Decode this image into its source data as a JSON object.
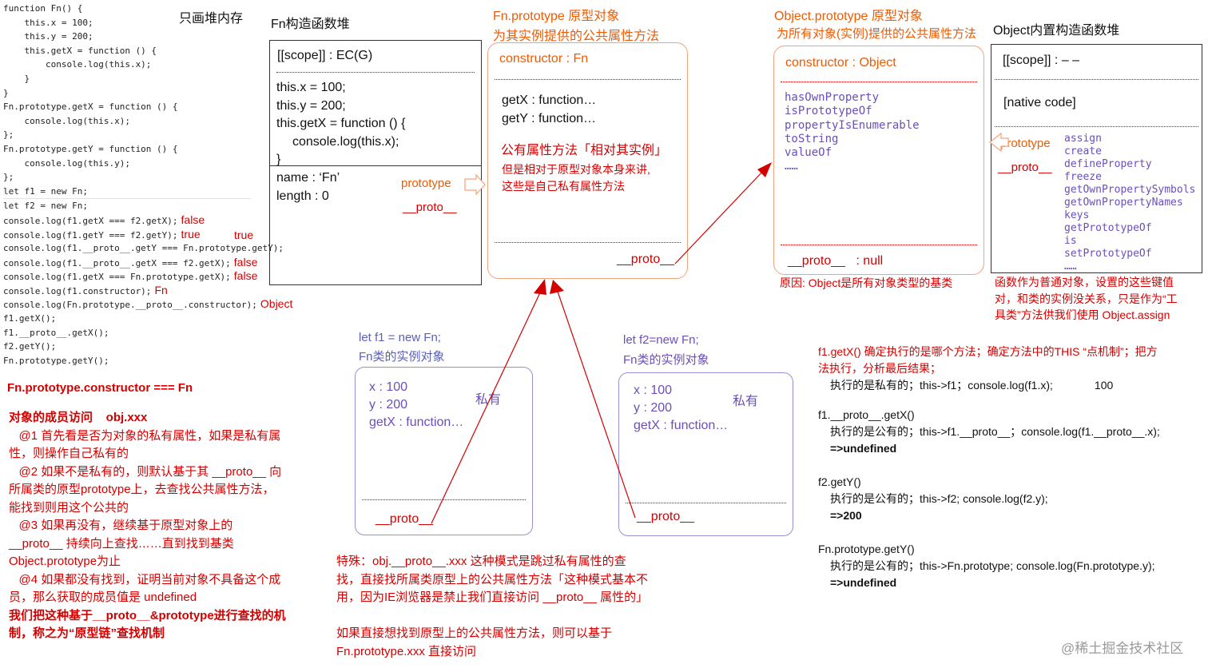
{
  "code": {
    "lines": [
      {
        "text": "function Fn() {",
        "result": ""
      },
      {
        "text": "    this.x = 100;",
        "result": ""
      },
      {
        "text": "    this.y = 200;",
        "result": ""
      },
      {
        "text": "    this.getX = function () {",
        "result": ""
      },
      {
        "text": "        console.log(this.x);",
        "result": ""
      },
      {
        "text": "    }",
        "result": ""
      },
      {
        "text": "}",
        "result": ""
      },
      {
        "text": "Fn.prototype.getX = function () {",
        "result": ""
      },
      {
        "text": "    console.log(this.x);",
        "result": ""
      },
      {
        "text": "};",
        "result": ""
      },
      {
        "text": "Fn.prototype.getY = function () {",
        "result": ""
      },
      {
        "text": "    console.log(this.y);",
        "result": ""
      },
      {
        "text": "};",
        "result": ""
      },
      {
        "text": "let f1 = new Fn;",
        "result": ""
      },
      {
        "text": "let f2 = new Fn;",
        "result": ""
      },
      {
        "text": "console.log(f1.getX === f2.getX);",
        "result": "false"
      },
      {
        "text": "console.log(f1.getY === f2.getY);",
        "result": "true"
      },
      {
        "text": "console.log(f1.__proto__.getY === Fn.prototype.getY);",
        "result": ""
      },
      {
        "text": "console.log(f1.__proto__.getX === f2.getX);",
        "result": "false"
      },
      {
        "text": "console.log(f1.getX === Fn.prototype.getX);",
        "result": "false"
      },
      {
        "text": "console.log(f1.constructor);",
        "result": "Fn"
      },
      {
        "text": "console.log(Fn.prototype.__proto__.constructor);",
        "result": "Object"
      },
      {
        "text": "f1.getX();",
        "result": ""
      },
      {
        "text": "f1.__proto__.getX();",
        "result": ""
      },
      {
        "text": "f2.getY();",
        "result": ""
      },
      {
        "text": "Fn.prototype.getY();",
        "result": ""
      }
    ],
    "floating_true": "true"
  },
  "heap_note": "只画堆内存",
  "fn_heap": {
    "title": "Fn构造函数堆",
    "scope": "[[scope]] : EC(G)",
    "body": [
      "this.x = 100;",
      "this.y = 200;",
      "this.getX = function () {",
      "    console.log(this.x);",
      "}"
    ],
    "name": "name : ‘Fn’",
    "length": "length : 0",
    "prototype_label": "prototype",
    "proto_label": "__proto__"
  },
  "fn_prototype": {
    "title1": "Fn.prototype 原型对象",
    "title2": "为其实例提供的公共属性方法",
    "constructor": "constructor : Fn",
    "getx": "getX : function…",
    "gety": "getY : function…",
    "note1": "公有属性方法「相对其实例」",
    "note2": "但是相对于原型对象本身来讲,",
    "note3": "这些是自己私有属性方法",
    "proto": "__proto__"
  },
  "object_prototype": {
    "title1": "Object.prototype 原型对象",
    "title2": "为所有对象(实例)提供的公共属性方法",
    "constructor": "constructor :  Object",
    "methods": [
      "hasOwnProperty",
      "isPrototypeOf",
      "propertyIsEnumerable",
      "toString",
      "valueOf",
      "……"
    ],
    "proto": "__proto__   : null",
    "reason": "原因: Object是所有对象类型的基类"
  },
  "object_heap": {
    "title": "Object内置构造函数堆",
    "scope": "[[scope]] : – –",
    "native": "[native code]",
    "prototype_label": "prototype",
    "proto_label": "__proto__",
    "methods": [
      "assign",
      "create",
      "defineProperty",
      "freeze",
      "getOwnPropertySymbols",
      "getOwnPropertyNames",
      "keys",
      "getPrototypeOf",
      "is",
      "setPrototypeOf",
      "……"
    ],
    "note": [
      "函数作为普通对象，设置的这些键值",
      "对，和类的实例没关系，只是作为“工",
      "具类”方法供我们使用 Object.assign"
    ]
  },
  "f1": {
    "title1": "let f1 = new Fn;",
    "title2": "Fn类的实例对象",
    "x": "x : 100",
    "y": "y : 200",
    "getx": "getX : function…",
    "private": "私有",
    "proto": "__proto__"
  },
  "f2": {
    "title1": "let f2=new Fn;",
    "title2": "Fn类的实例对象",
    "x": "x : 100",
    "y": "y : 200",
    "getx": "getX : function…",
    "private": "私有",
    "proto": "__proto__"
  },
  "constructor_eq": "Fn.prototype.constructor === Fn",
  "member_access": [
    {
      "text": "对象的成员访问    obj.xxx",
      "bold": true
    },
    {
      "text": "   @1 首先看是否为对象的私有属性，如果是私有属",
      "bold": false
    },
    {
      "text": "性，则操作自己私有的",
      "bold": false
    },
    {
      "text": "   @2 如果不是私有的，则默认基于其 __proto__ 向",
      "bold": false
    },
    {
      "text": "所属类的原型prototype上，去查找公共属性方法，",
      "bold": false
    },
    {
      "text": "能找到则用这个公共的",
      "bold": false
    },
    {
      "text": "   @3 如果再没有，继续基于原型对象上的",
      "bold": false
    },
    {
      "text": "__proto__ 持续向上查找……直到找到基类",
      "bold": false
    },
    {
      "text": "Object.prototype为止",
      "bold": false
    },
    {
      "text": "   @4 如果都没有找到，证明当前对象不具备这个成",
      "bold": false
    },
    {
      "text": "员，那么获取的成员值是 undefined",
      "bold": false
    },
    {
      "text": "我们把这种基于__proto__&prototype进行查找的机",
      "bold": true
    },
    {
      "text": "制，称之为“原型链”查找机制",
      "bold": true
    }
  ],
  "special": [
    "特殊：obj.__proto__.xxx 这种模式是跳过私有属性的查",
    "找，直接找所属类原型上的公共属性方法「这种模式基本不",
    "用，因为IE浏览器是禁止我们直接访问 __proto__ 属性的」",
    "",
    "如果直接想找到原型上的公共属性方法，则可以基于",
    "Fn.prototype.xxx 直接访问"
  ],
  "analysis": {
    "intro1": "f1.getX()  确定执行的是哪个方法；确定方法中的THIS “点机制”；把方",
    "intro2": "法执行，分析最后结果；",
    "l1": "执行的是私有的；this->f1；console.log(f1.x);",
    "l1_value": "100",
    "b2": "f1.__proto__.getX()",
    "b2_l1": "执行的是公有的；this->f1.__proto__；console.log(f1.__proto__.x);",
    "b2_l2": "=>undefined",
    "b3": "f2.getY()",
    "b3_l1": "执行的是公有的；this->f2; console.log(f2.y);",
    "b3_l2": "=>200",
    "b4": "Fn.prototype.getY()",
    "b4_l1": "执行的是公有的；this->Fn.prototype; console.log(Fn.prototype.y);",
    "b4_l2": "=>undefined"
  },
  "watermark": "@稀土掘金技术社区",
  "colors": {
    "orange": "#f05a00",
    "red": "#d40000",
    "purple": "#6b4fbb",
    "box_orange": "#f5a27a",
    "box_purple": "#9a8fd4"
  }
}
